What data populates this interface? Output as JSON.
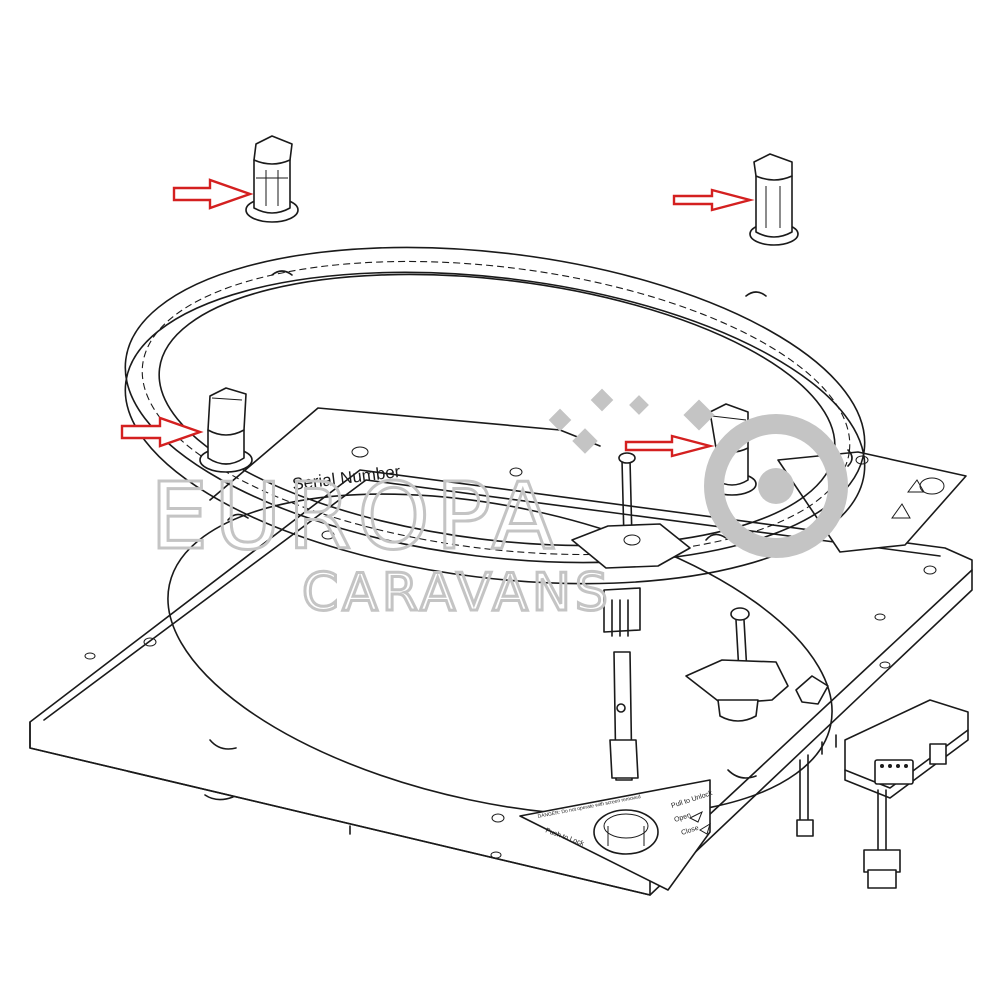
{
  "diagram": {
    "serial_label": "Serial Number",
    "watermark": {
      "brand_line_1": "EUROPA",
      "brand_line_2": "CARAVANS",
      "color": "#c4c4c4"
    },
    "plate_labels": {
      "push_to_lock": "Push to Lock",
      "pull_to_unlock": "Pull to Unlock",
      "open": "Open",
      "close": "Close",
      "danger": "DANGER: Do not operate with screen removed"
    },
    "callout_color": "#d42020",
    "callout_count": 4
  }
}
